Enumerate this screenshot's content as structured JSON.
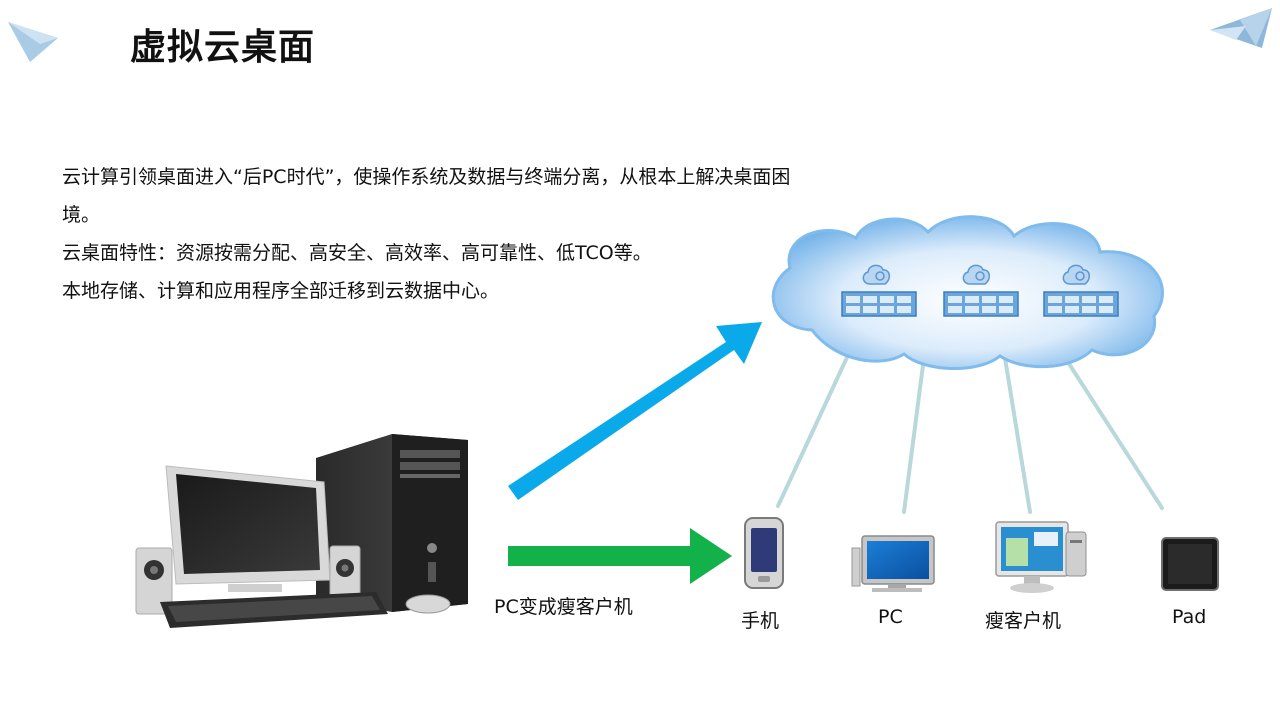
{
  "title": "虚拟云桌面",
  "paragraphs": [
    "云计算引领桌面进入“后PC时代”，使操作系统及数据与终端分离，从根本上解决桌面困境。",
    "云桌面特性：资源按需分配、高安全、高效率、高可靠性、低TCO等。",
    "本地存储、计算和应用程序全部迁移到云数据中心。"
  ],
  "arrow_label": "PC变成瘦客户机",
  "devices": {
    "phone": "手机",
    "pc": "PC",
    "thin_client": "瘦客户机",
    "pad": "Pad"
  },
  "colors": {
    "blue_arrow": "#0aa9ea",
    "green_arrow": "#12b14a",
    "cloud": "#7fbbec",
    "link": "#b8d8dc"
  },
  "icons": [
    "corner-triangle-left-icon",
    "corner-triangle-right-icon",
    "cloud-icon",
    "server-rack-icon",
    "cloud-sync-icon",
    "desktop-computer-icon",
    "phone-icon",
    "pc-monitor-icon",
    "thin-client-icon",
    "pad-icon"
  ]
}
